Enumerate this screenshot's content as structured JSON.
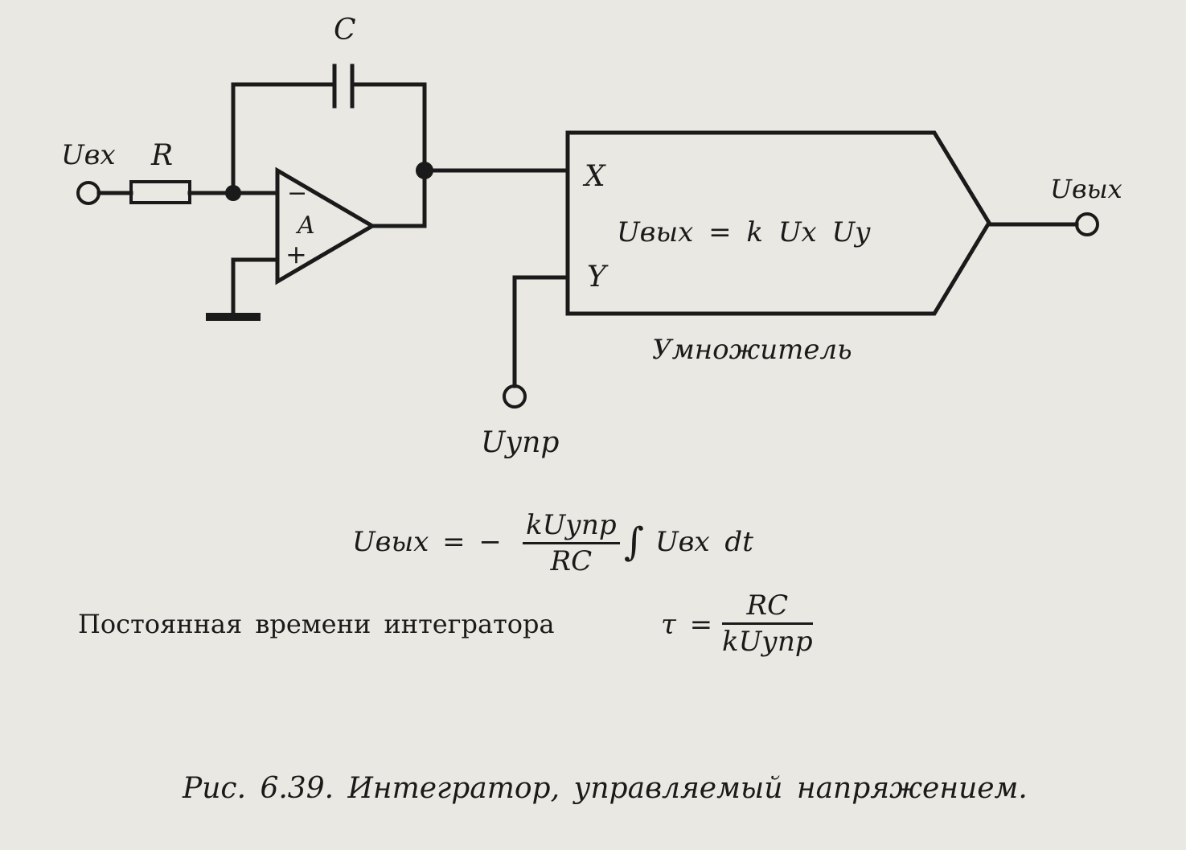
{
  "circuit": {
    "capacitor_label": "C",
    "resistor_label": "R",
    "input_label": "Uвх",
    "opamp_label": "A",
    "opamp_minus": "−",
    "opamp_plus": "+",
    "multiplier_x_label": "X",
    "multiplier_y_label": "Y",
    "multiplier_equation": "Uвых = k Ux Uy",
    "multiplier_name": "Умножитель",
    "output_label": "Uвых",
    "control_label": "Uупр"
  },
  "formulas": {
    "output": {
      "lhs": "Uвых = −",
      "numerator": "kUупр",
      "denominator": "RC",
      "integral_sign": "∫",
      "integrand": "Uвх dt"
    },
    "time_constant": {
      "text": "Постоянная времени интегратора",
      "lhs": "τ =",
      "numerator": "RC",
      "denominator": "kUупр"
    }
  },
  "caption": "Рис. 6.39. Интегратор, управляемый напряжением."
}
